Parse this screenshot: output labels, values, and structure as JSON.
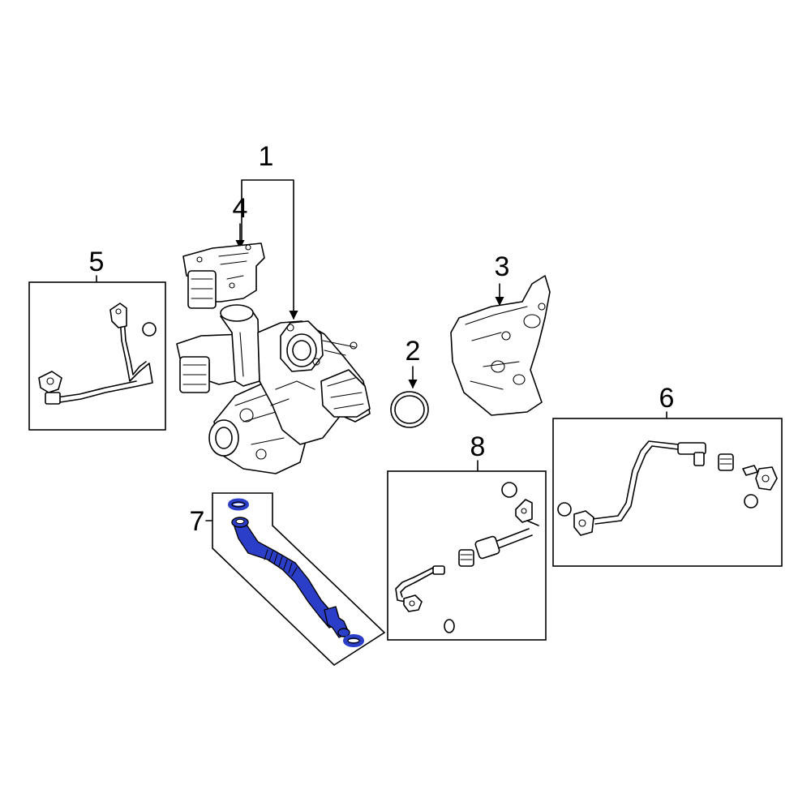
{
  "callouts": {
    "c1": "1",
    "c2": "2",
    "c3": "3",
    "c4": "4",
    "c5": "5",
    "c6": "6",
    "c7": "7",
    "c8": "8"
  },
  "colors": {
    "highlight": "#2a3ec8",
    "line": "#000000",
    "background": "#ffffff"
  },
  "highlighted_part": "7"
}
